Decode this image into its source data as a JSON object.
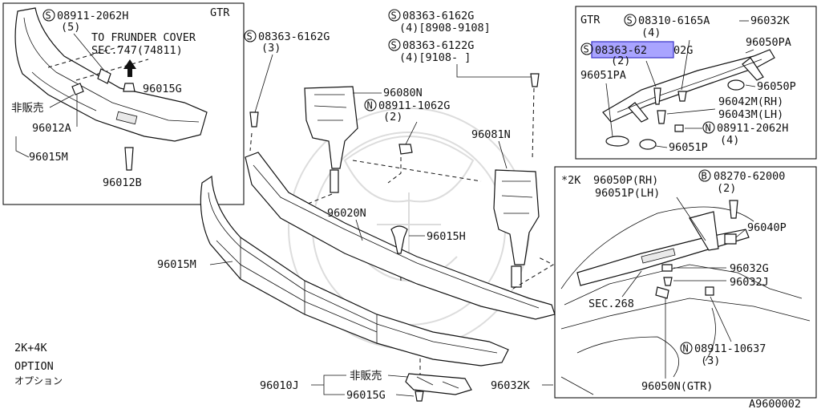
{
  "inset_left": {
    "region": "GTR",
    "screw_code": "08911-2062H",
    "screw_qty": "(5)",
    "ref_line1": "TO FRUNDER COVER",
    "ref_line2": "SEC.747(74811)",
    "not_sold": "非販売",
    "p96015G": "96015G",
    "p96012A": "96012A",
    "p96015M": "96015M",
    "p96012B": "96012B"
  },
  "center": {
    "s1_code": "08363-6162G",
    "s1_qty": "(3)",
    "s2_code": "08363-6162G",
    "s2_qty": "(4)[8908-9108]",
    "s3_code": "08363-6122G",
    "s3_qty": "(4)[9108-  ]",
    "p96080N": "96080N",
    "n1_code": "08911-1062G",
    "n1_qty": "(2)",
    "p96081N": "96081N",
    "p96020N": "96020N",
    "p96015H": "96015H",
    "p96015M": "96015M",
    "p96010J": "96010J",
    "not_sold": "非販売",
    "p96015G": "96015G",
    "p96032K": "96032K"
  },
  "inset_top_right": {
    "region": "GTR",
    "s1_code": "08310-6165A",
    "s1_qty": "(4)",
    "p96032K": "96032K",
    "s2_code_hl": "08363-62",
    "s2_code_rest": "02G",
    "s2_qty": "(2)",
    "p96050PA": "96050PA",
    "p96051PA": "96051PA",
    "p96050P": "96050P",
    "p96042M": "96042M(RH)",
    "p96043M": "96043M(LH)",
    "n1_code": "08911-2062H",
    "n1_qty": "(4)",
    "p96051P": "96051P"
  },
  "inset_bottom_right": {
    "region": "*2K",
    "p96050P_rh": "96050P(RH)",
    "p96051P_lh": "96051P(LH)",
    "b_code": "08270-62000",
    "b_qty": "(2)",
    "p96040P": "96040P",
    "p96032G": "96032G",
    "p96032J": "96032J",
    "sec": "SEC.268",
    "n_code": "08911-10637",
    "n_qty": "(3)",
    "p96050N": "96050N(GTR)"
  },
  "notes": {
    "line1": "2K+4K",
    "line2": "OPTION",
    "line3": "オプション"
  },
  "diagram_id": "A9600002",
  "symbols": {
    "s": "S",
    "n": "N",
    "b": "B"
  },
  "colors": {
    "highlight_fill": "#a9a4ff",
    "highlight_stroke": "#3a33c9"
  }
}
